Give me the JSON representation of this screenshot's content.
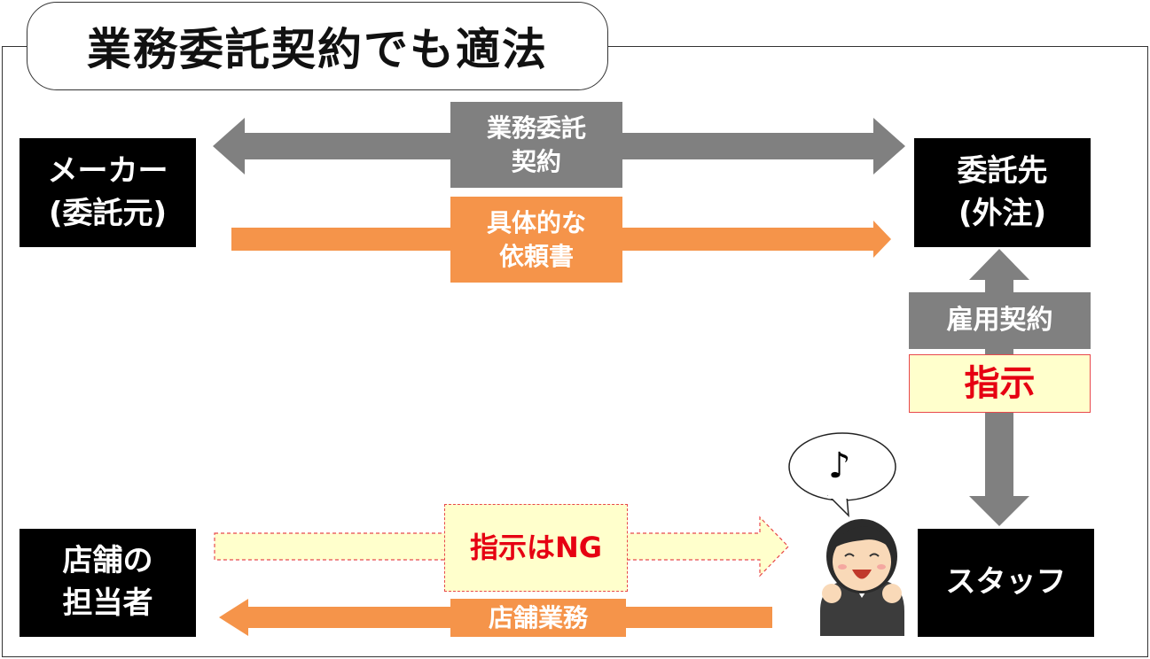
{
  "title": "業務委託契約でも適法",
  "nodes": {
    "maker": [
      "メーカー",
      "(委託元)"
    ],
    "contractor": [
      "委託先",
      "(外注)"
    ],
    "store_manager": [
      "店舗の",
      "担当者"
    ],
    "staff": "スタッフ"
  },
  "edges": {
    "outsourcing_contract": [
      "業務委託",
      "契約"
    ],
    "specific_request": [
      "具体的な",
      "依頼書"
    ],
    "employment_contract": "雇用契約",
    "instruction": "指示",
    "instruction_ng": "指示はNG",
    "store_work": "店舗業務"
  },
  "speech_bubble": "♪",
  "colors": {
    "gray_arrow": "#808080",
    "orange_arrow": "#F5944A",
    "pale_yellow": "#FFFFCC",
    "red_text": "#E60012",
    "black_box": "#000000"
  }
}
